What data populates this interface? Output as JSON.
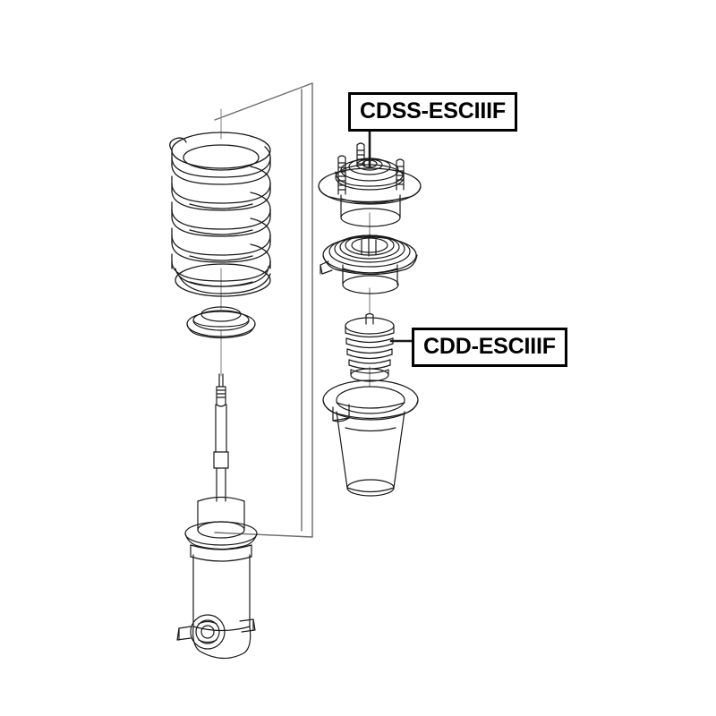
{
  "diagram": {
    "title": "Front Suspension Strut Mount Exploded Diagram",
    "background_color": "#ffffff",
    "line_color": "#1a1a1a",
    "labels": [
      {
        "id": "cdss",
        "text": "CDSS-ESCIIIF",
        "part": "strut-mount",
        "leader": "vertical-down"
      },
      {
        "id": "cdd",
        "text": "CDD-ESCIIIF",
        "part": "bump-stop",
        "leader": "horizontal-left"
      }
    ],
    "parts": [
      {
        "name": "coil-spring",
        "column": "left",
        "description": "Coil spring with 5 visible turns"
      },
      {
        "name": "spring-seat",
        "column": "left",
        "description": "Upper spring seat insulator ring"
      },
      {
        "name": "shock-absorber",
        "column": "left",
        "description": "Shock absorber strut with piston rod and lower mounting bushing"
      },
      {
        "name": "strut-mount",
        "column": "right",
        "description": "Strut mount with three threaded studs"
      },
      {
        "name": "strut-bearing",
        "column": "right",
        "description": "Strut mount bearing and spring upper seat"
      },
      {
        "name": "bump-stop",
        "column": "right",
        "description": "Ribbed rubber bump stop"
      },
      {
        "name": "dust-cover",
        "column": "right",
        "description": "Tapered dust cover boot with flared rim"
      }
    ],
    "guide_plane": {
      "name": "assembly-reference-plane",
      "description": "Slanted parallelogram reference plane between the two columns"
    },
    "centerlines": [
      {
        "name": "left-centerline",
        "column": "left"
      },
      {
        "name": "right-centerline",
        "column": "right"
      }
    ]
  }
}
